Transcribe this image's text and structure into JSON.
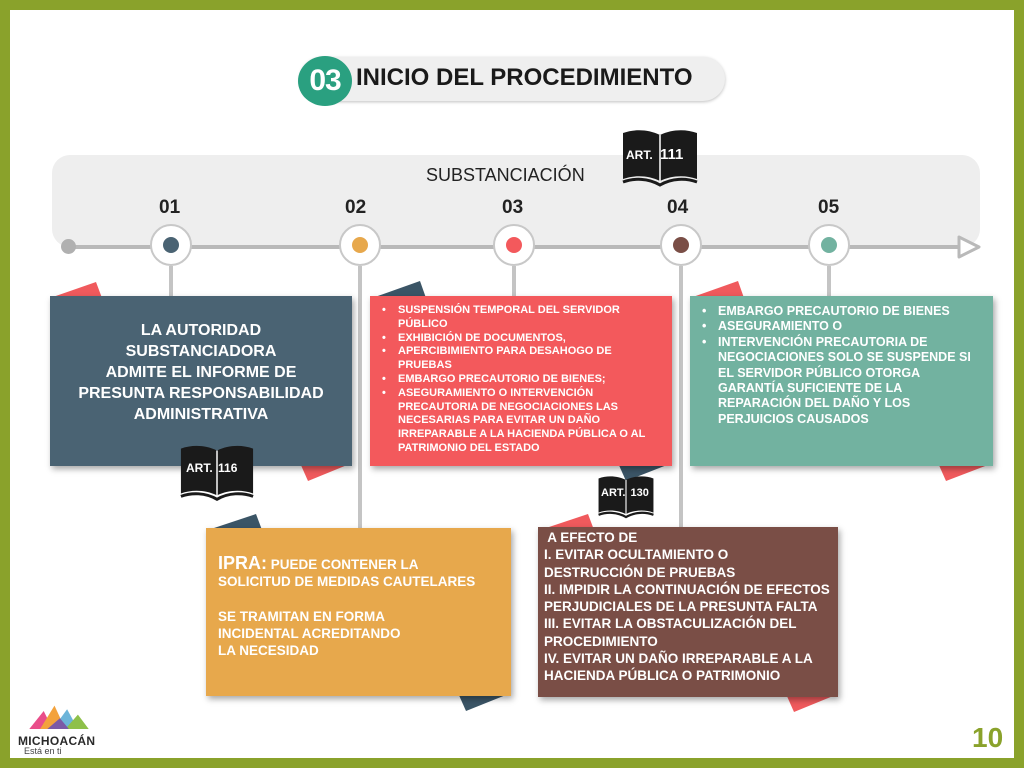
{
  "header": {
    "number": "03",
    "title": "INICIO DEL PROCEDIMIENTO"
  },
  "timeline": {
    "label": "SUBSTANCIACIÓN",
    "steps": [
      {
        "num": "01",
        "color": "#4a6373"
      },
      {
        "num": "02",
        "color": "#e7a84c"
      },
      {
        "num": "03",
        "color": "#f3595c"
      },
      {
        "num": "04",
        "color": "#7a4e46"
      },
      {
        "num": "05",
        "color": "#72b2a0"
      }
    ]
  },
  "articles": {
    "art111": {
      "prefix": "ART.",
      "num": "111"
    },
    "art116": {
      "prefix": "ART.",
      "num": "116"
    },
    "art130": {
      "prefix": "ART.",
      "num": "130"
    }
  },
  "cards": {
    "step1": {
      "lines": [
        "LA AUTORIDAD",
        "SUBSTANCIADORA",
        "ADMITE EL INFORME DE",
        "PRESUNTA RESPONSABILIDAD",
        "ADMINISTRATIVA"
      ]
    },
    "step2": {
      "lead": "IPRA:",
      "line1": " PUEDE CONTENER LA",
      "line2": "SOLICITUD DE MEDIDAS CAUTELARES",
      "line3": "SE TRAMITAN EN FORMA",
      "line4": "INCIDENTAL ACREDITANDO",
      "line5": "LA NECESIDAD"
    },
    "step3": {
      "items": [
        "SUSPENSIÓN TEMPORAL DEL SERVIDOR PÚBLICO",
        "EXHIBICIÓN DE DOCUMENTOS,",
        "APERCIBIMIENTO PARA DESAHOGO DE PRUEBAS",
        "EMBARGO  PRECAUTORIO DE BIENES;",
        "ASEGURAMIENTO O INTERVENCIÓN PRECAUTORIA DE NEGOCIACIONES LAS NECESARIAS PARA EVITAR UN DAÑO IRREPARABLE A LA HACIENDA PÚBLICA O AL PATRIMONIO DEL ESTADO"
      ]
    },
    "step4": {
      "lines": [
        " A EFECTO DE",
        "I. EVITAR OCULTAMIENTO O DESTRUCCIÓN DE PRUEBAS",
        "II. IMPIDIR LA CONTINUACIÓN DE EFECTOS PERJUDICIALES DE LA PRESUNTA FALTA",
        "III. EVITAR LA OBSTACULIZACIÓN DEL PROCEDIMIENTO",
        "IV. EVITAR UN DAÑO IRREPARABLE A LA HACIENDA PÚBLICA O PATRIMONIO"
      ]
    },
    "step5": {
      "items": [
        "EMBARGO PRECAUTORIO DE BIENES",
        "ASEGURAMIENTO O",
        "INTERVENCIÓN PRECAUTORIA DE NEGOCIACIONES SOLO SE SUSPENDE SI EL SERVIDOR PÚBLICO OTORGA GARANTÍA SUFICIENTE DE LA REPARACIÓN DEL DAÑO Y LOS PERJUICIOS CAUSADOS"
      ]
    }
  },
  "footer": {
    "logo_name": "MICHOACÁN",
    "logo_tagline": "Está en ti",
    "page_number": "10"
  },
  "colors": {
    "frame": "#8aa22b",
    "accent_green": "#2aa080",
    "flag_red": "#f05a5d",
    "flag_navy": "#3b5566"
  },
  "icons": [
    "book-icon",
    "arrow-right-icon",
    "michoacan-logo-icon"
  ]
}
